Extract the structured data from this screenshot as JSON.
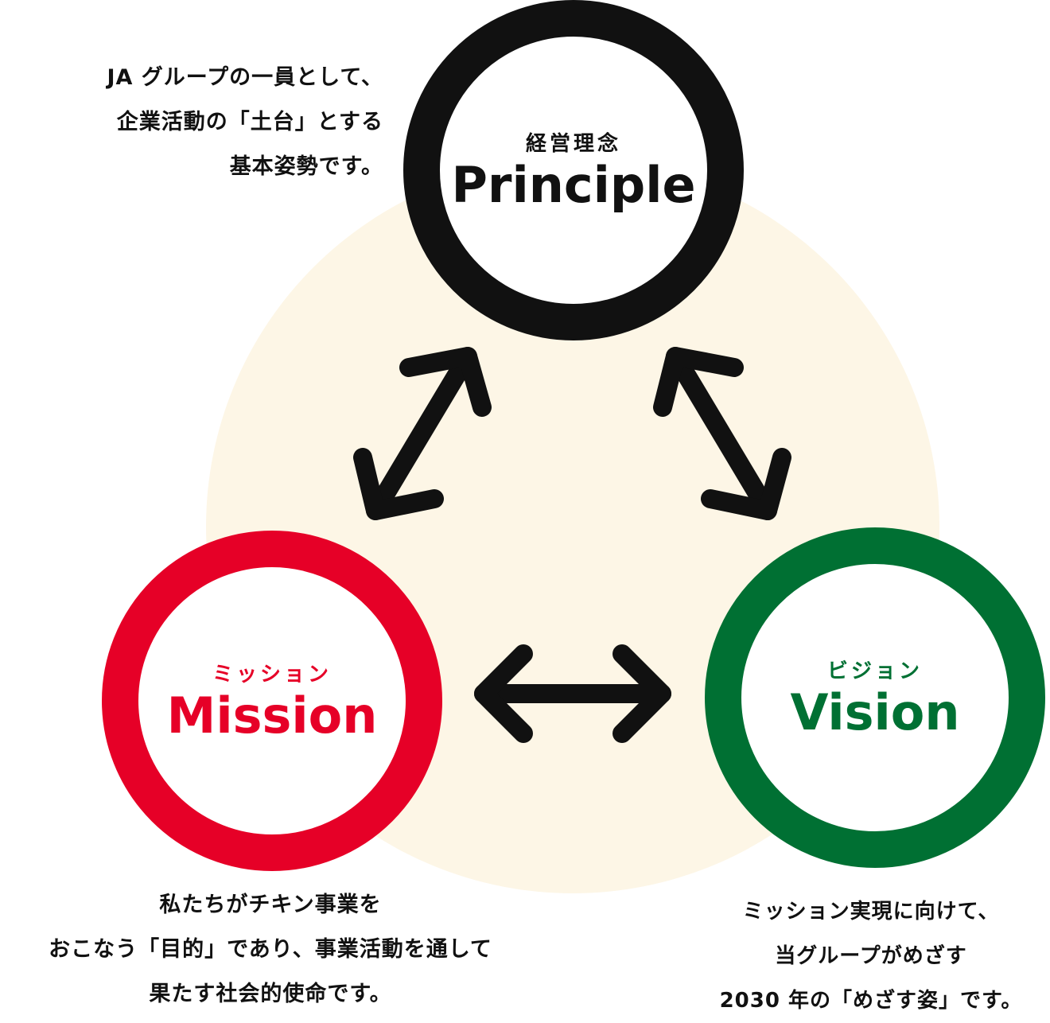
{
  "colors": {
    "principle": "#111111",
    "mission": "#e60027",
    "vision": "#007033",
    "background_disc": "#fdf6e6"
  },
  "principle": {
    "sub": "経営理念",
    "title": "Principle",
    "description": [
      "JA グループの一員として、",
      "企業活動の「土台」とする",
      "基本姿勢です。"
    ]
  },
  "mission": {
    "sub": "ミッション",
    "title": "Mission",
    "description": [
      "私たちがチキン事業を",
      "おこなう「目的」であり、事業活動を通して",
      "果たす社会的使命です。"
    ]
  },
  "vision": {
    "sub": "ビジョン",
    "title": "Vision",
    "description": [
      "ミッション実現に向けて、",
      "当グループがめざす",
      "2030 年の「めざす姿」です。"
    ]
  },
  "arrows": {
    "principle_mission": "double-arrow-icon",
    "principle_vision": "double-arrow-icon",
    "mission_vision": "double-arrow-icon"
  }
}
